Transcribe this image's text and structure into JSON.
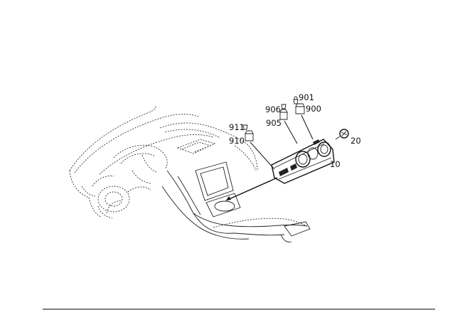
{
  "callouts": {
    "p901": "901",
    "p906": "906",
    "p900": "900",
    "p905": "905",
    "p911": "911",
    "p910": "910",
    "p20": "20",
    "p10": "10"
  },
  "colors": {
    "line": "#222222",
    "background": "#ffffff",
    "rule": "#555555"
  },
  "icons": [
    "dashboard-outline",
    "climate-control-unit",
    "bulb-socket",
    "screw",
    "rule-line"
  ]
}
